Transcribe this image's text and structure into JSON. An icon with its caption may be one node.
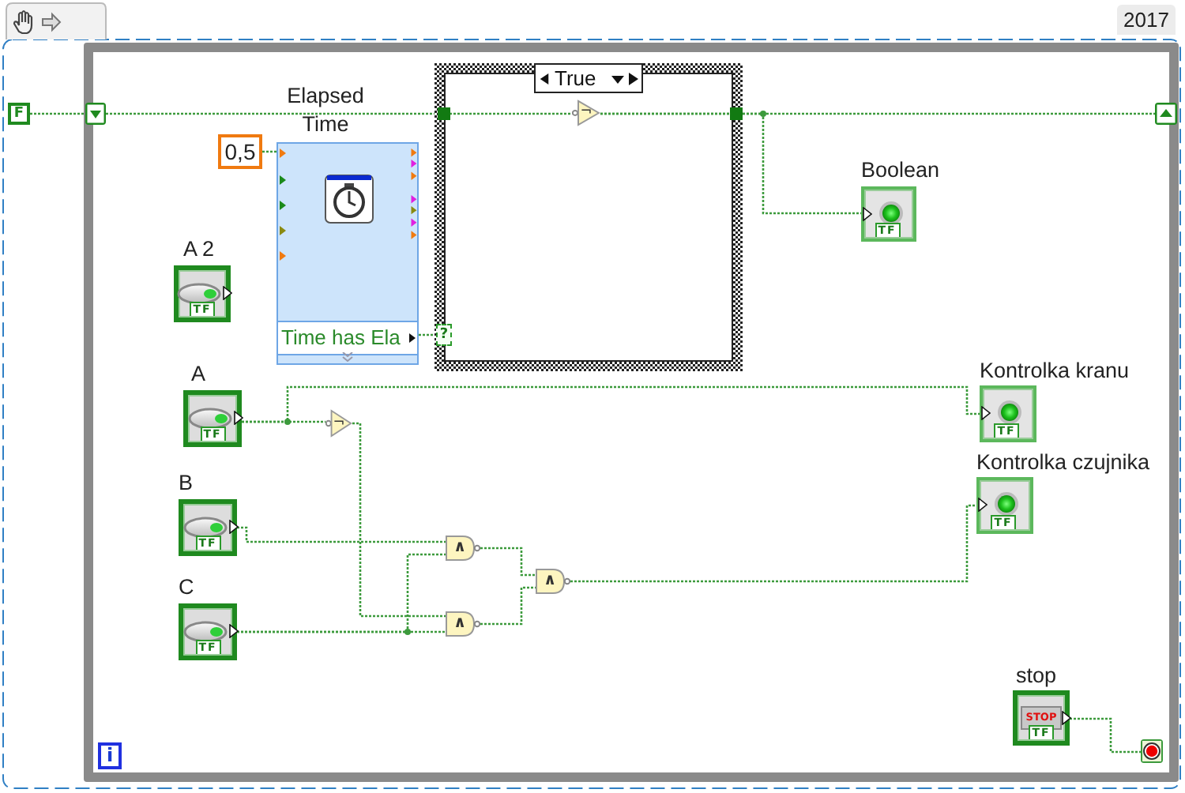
{
  "diagram": {
    "nodes": [
      {
        "text": [],
        "shape": "box"
      },
      {
        "text": [
          "F"
        ]
      },
      {
        "text": [],
        "shape": "box",
        "in": 0
      },
      {
        "text": [
          "Elapsed Time",
          "Time has Ela"
        ],
        "in": 0
      },
      {
        "text": [
          "0,5"
        ],
        "in": 0
      },
      {
        "text": [
          "True"
        ],
        "in": 0
      },
      {
        "text": [
          "¬"
        ],
        "in": 5
      },
      {
        "text": [],
        "shape": "box",
        "in": 0
      },
      {
        "text": [
          "Boolean",
          "TF"
        ],
        "in": 0
      },
      {
        "text": [
          "A 2",
          "TF"
        ],
        "in": 0
      },
      {
        "text": [
          "A",
          "TF"
        ],
        "in": 0
      },
      {
        "text": [
          "B",
          "TF"
        ],
        "in": 0
      },
      {
        "text": [
          "C",
          "TF"
        ],
        "in": 0
      },
      {
        "text": [
          "¬"
        ],
        "in": 0
      },
      {
        "text": [
          "∧"
        ],
        "in": 0
      },
      {
        "text": [
          "∧"
        ],
        "in": 0
      },
      {
        "text": [
          "∧"
        ],
        "in": 0
      },
      {
        "text": [
          "Kontrolka kranu",
          "TF"
        ],
        "in": 0
      },
      {
        "text": [
          "Kontrolka czujnika",
          "TF"
        ],
        "in": 0
      },
      {
        "text": [
          "stop",
          "STOP",
          "TF"
        ],
        "in": 0
      },
      {
        "text": [],
        "shape": "box",
        "in": 0
      }
    ],
    "edges": [
      {
        "from": 1,
        "to": 2,
        "arrow": "none"
      },
      {
        "from": 2,
        "to": 6,
        "arrow": "none"
      },
      {
        "from": 3,
        "to": 5,
        "arrow": "none"
      },
      {
        "from": 4,
        "to": 3,
        "arrow": "none"
      },
      {
        "from": 6,
        "to": 7,
        "arrow": "none"
      },
      {
        "from": 6,
        "to": 8,
        "arrow": "none"
      },
      {
        "from": 10,
        "to": 17,
        "arrow": "none"
      },
      {
        "from": 10,
        "to": 13,
        "arrow": "none"
      },
      {
        "from": 13,
        "to": 15,
        "arrow": "none"
      },
      {
        "from": 11,
        "to": 14,
        "arrow": "none"
      },
      {
        "from": 12,
        "to": 14,
        "arrow": "none"
      },
      {
        "from": 12,
        "to": 15,
        "arrow": "none"
      },
      {
        "from": 14,
        "to": 16,
        "arrow": "none"
      },
      {
        "from": 15,
        "to": 16,
        "arrow": "none"
      },
      {
        "from": 16,
        "to": 18,
        "arrow": "none"
      },
      {
        "from": 19,
        "to": 20,
        "arrow": "none"
      }
    ],
    "labels": [
      "2017",
      "?",
      "i"
    ]
  }
}
